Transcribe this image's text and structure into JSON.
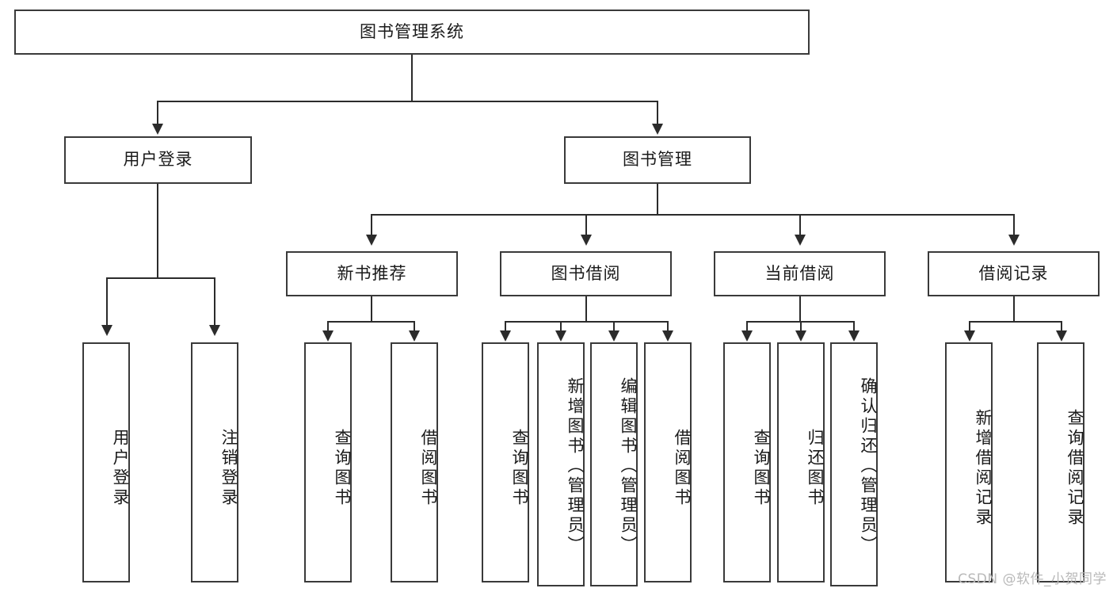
{
  "diagram": {
    "type": "tree-hierarchy-chart",
    "title_node": {
      "label": "图书管理系统"
    },
    "level2": [
      {
        "label": "用户登录"
      },
      {
        "label": "图书管理"
      }
    ],
    "level3": [
      {
        "label": "新书推荐"
      },
      {
        "label": "图书借阅"
      },
      {
        "label": "当前借阅"
      },
      {
        "label": "借阅记录"
      }
    ],
    "leaves": [
      {
        "label": "用户登录",
        "parent": "用户登录"
      },
      {
        "label": "注销登录",
        "parent": "用户登录"
      },
      {
        "label": "查询图书",
        "parent": "新书推荐"
      },
      {
        "label": "借阅图书",
        "parent": "新书推荐"
      },
      {
        "label": "查询图书",
        "parent": "图书借阅"
      },
      {
        "label": "新增图书（管理员）",
        "parent": "图书借阅"
      },
      {
        "label": "编辑图书（管理员）",
        "parent": "图书借阅"
      },
      {
        "label": "借阅图书",
        "parent": "图书借阅"
      },
      {
        "label": "查询图书",
        "parent": "当前借阅"
      },
      {
        "label": "归还图书",
        "parent": "当前借阅"
      },
      {
        "label": "确认归还（管理员）",
        "parent": "当前借阅"
      },
      {
        "label": "新增借阅记录",
        "parent": "借阅记录"
      },
      {
        "label": "查询借阅记录",
        "parent": "借阅记录"
      }
    ],
    "watermark": "CSDN @软件_小贺同学",
    "colors": {
      "box_border": "#3a3a3a",
      "connector": "#2b2b2b",
      "text": "#1a1a1a",
      "background": "#ffffff",
      "watermark": "#b9b9b9"
    }
  }
}
